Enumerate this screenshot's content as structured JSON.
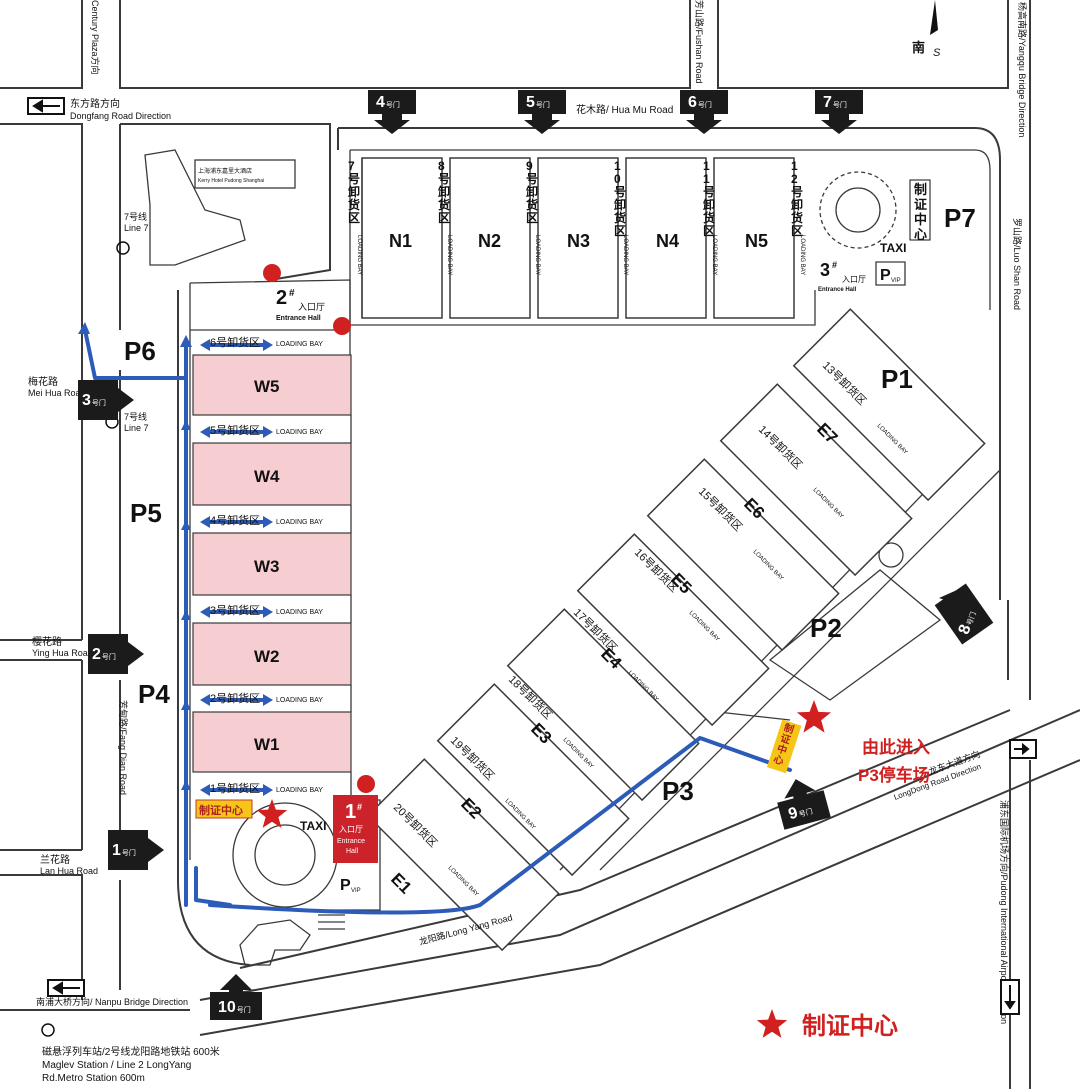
{
  "roads": {
    "dongfang_cn": "东方路方向",
    "dongfang_en": "Dongfang Road Direction",
    "huamu": "花木路/ Hua Mu Road",
    "meihua_cn": "梅花路",
    "meihua_en": "Mei Hua Road",
    "yinghua_cn": "樱花路",
    "yinghua_en": "Ying Hua Road",
    "lanhua_cn": "兰花路",
    "lanhua_en": "Lan Hua Road",
    "fangdian": "芳甸路/Fang Dian Road",
    "longyang": "龙阳路/Long Yang Road",
    "longdong_cn": "龙东大道方向",
    "longdong_en": "LongDong Road Direction",
    "luoshan": "罗山路/Luo Shan Road",
    "yanggu": "杨高南路/Yangqu Bridge Direction",
    "nanpu": "南浦大桥方向/ Nanpu Bridge Direction",
    "airport": "浦东国际机场方向/Pudong International Airport Direction",
    "plaza": "Century Plaza方向",
    "fangshan": "芳山路/Fushan Road"
  },
  "landmarks": {
    "hotel_cn": "上海浦东嘉里大酒店",
    "hotel_en": "Kerry Hotel Pudong Shanghai",
    "line7": "7号线",
    "line7_en": "Line 7",
    "south_cn": "南",
    "south_en": "S",
    "metro_cn": "磁悬浮列车站/2号线龙阳路地铁站 600米",
    "metro_en1": "Maglev Station / Line 2 LongYang",
    "metro_en2": "Rd.Metro Station 600m",
    "taxi": "TAXI",
    "pvip": "VIP"
  },
  "gates": [
    {
      "num": "1",
      "suffix": "号门"
    },
    {
      "num": "2",
      "suffix": "号门"
    },
    {
      "num": "3",
      "suffix": "号门"
    },
    {
      "num": "4",
      "suffix": "号门"
    },
    {
      "num": "5",
      "suffix": "号门"
    },
    {
      "num": "6",
      "suffix": "号门"
    },
    {
      "num": "7",
      "suffix": "号门"
    },
    {
      "num": "8",
      "suffix": "号门"
    },
    {
      "num": "9",
      "suffix": "号门"
    },
    {
      "num": "10",
      "suffix": "号门"
    }
  ],
  "halls_n": [
    "N1",
    "N2",
    "N3",
    "N4",
    "N5"
  ],
  "halls_w": [
    "W5",
    "W4",
    "W3",
    "W2",
    "W1"
  ],
  "halls_e": [
    "E7",
    "E6",
    "E5",
    "E4",
    "E3",
    "E2",
    "E1"
  ],
  "parking": [
    "P1",
    "P2",
    "P3",
    "P4",
    "P5",
    "P6",
    "P7"
  ],
  "loading_n": [
    "7号卸货区",
    "8号卸货区",
    "9号卸货区",
    "10号卸货区",
    "11号卸货区",
    "12号卸货区"
  ],
  "loading_w": [
    "6号卸货区",
    "5号卸货区",
    "4号卸货区",
    "3号卸货区",
    "2号卸货区",
    "1号卸货区"
  ],
  "loading_e": [
    "13号卸货区",
    "14号卸货区",
    "15号卸货区",
    "16号卸货区",
    "17号卸货区",
    "18号卸货区",
    "19号卸货区",
    "20号卸货区"
  ],
  "loading_bay": "LOADING BAY",
  "entrances": {
    "hall1_num": "1",
    "hall2_num": "2",
    "hall3_num": "3",
    "hash": "#",
    "cn": "入口厅",
    "en": "Entrance Hall",
    "en1": "Entrance",
    "en2": "Hall"
  },
  "cert_center": "制证中心",
  "cert_center_v": "制证中心",
  "route_note1": "由此进入",
  "route_note2": "P3停车场",
  "legend_label": "制证中心",
  "colors": {
    "route": "#2c5bb8",
    "star": "#d02020",
    "hall_w": "#f6cdd0",
    "cert_bg": "#f5c518"
  }
}
